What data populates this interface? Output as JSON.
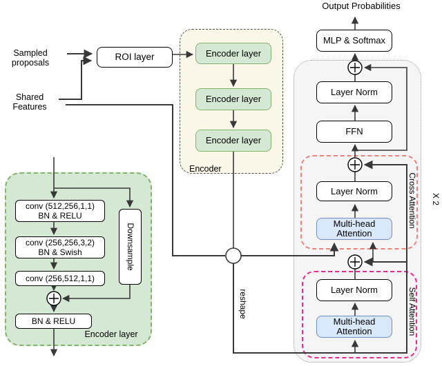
{
  "colors": {
    "green_fill": "#d5e8d4",
    "green_stroke": "#82b366",
    "blue_fill": "#dae8fc",
    "blue_stroke": "#6c8ebf",
    "cream_fill": "#faf7e8",
    "gray_fill": "#f5f5f5",
    "red_dash": "#ef8176",
    "pink_dash": "#f0268f",
    "line": "#383838"
  },
  "inputs": {
    "sampled_proposals": "Sampled proposals",
    "shared_features": "Shared Features",
    "roi_layer": "ROI layer"
  },
  "encoder": {
    "caption": "Encoder",
    "layers": [
      "Encoder layer",
      "Encoder layer",
      "Encoder layer"
    ]
  },
  "encoder_detail": {
    "caption": "Encoder layer",
    "conv1": [
      "conv (512,256,1,1)",
      "BN & RELU"
    ],
    "conv2": [
      "conv (256,256,3,2)",
      "BN & Swish"
    ],
    "conv3": "conv (256,512,1,1)",
    "downsample": "Downsample",
    "bn_relu": "BN & RELU"
  },
  "decoder": {
    "output_probabilities": "Output Probabilities",
    "mlp_softmax": "MLP & Softmax",
    "layer_norm": "Layer Norm",
    "ffn": "FFN",
    "repeat": "X 2",
    "reshape": "reshape",
    "cross_attention": {
      "caption": "Cross Attention",
      "layer_norm": "Layer Norm",
      "mha": "Multi-head Attention"
    },
    "self_attention": {
      "caption": "Self Attention",
      "layer_norm": "Layer Norm",
      "mha": "Multi-head Attention"
    }
  }
}
